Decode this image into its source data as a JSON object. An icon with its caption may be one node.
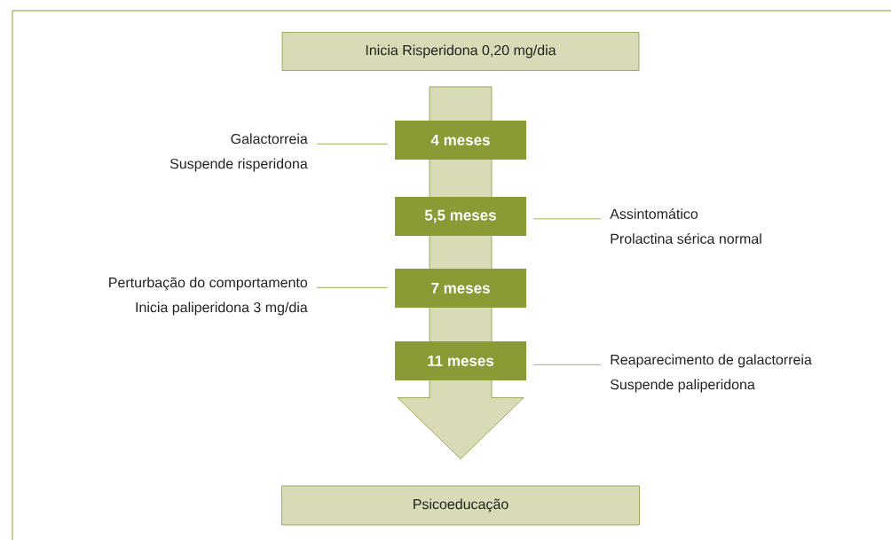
{
  "diagram": {
    "nodes": [
      {
        "text": [
          "Inicia Risperidona 0,20 mg/dia"
        ]
      },
      {
        "text": [
          "4 meses"
        ]
      },
      {
        "text": [
          "5,5 meses"
        ]
      },
      {
        "text": [
          "7 meses"
        ]
      },
      {
        "text": [
          "11 meses"
        ]
      },
      {
        "text": [
          "Psicoeducação"
        ]
      },
      {
        "text": [
          "Galactorreia",
          "Suspende risperidona"
        ]
      },
      {
        "text": [
          "Assintomático",
          "Prolactina sérica normal"
        ]
      },
      {
        "text": [
          "Perturbação do comportamento",
          "Inicia paliperidona 3 mg/dia"
        ]
      },
      {
        "text": [
          "Reaparecimento de galactorreia",
          "Suspende paliperidona"
        ]
      }
    ],
    "edges": [
      {
        "from": 0,
        "to": 5,
        "arrow": "to",
        "style": "thick"
      },
      {
        "from": 6,
        "to": 1,
        "arrow": "none"
      },
      {
        "from": 7,
        "to": 2,
        "arrow": "none"
      },
      {
        "from": 8,
        "to": 3,
        "arrow": "none"
      },
      {
        "from": 9,
        "to": 4,
        "arrow": "none"
      }
    ]
  }
}
